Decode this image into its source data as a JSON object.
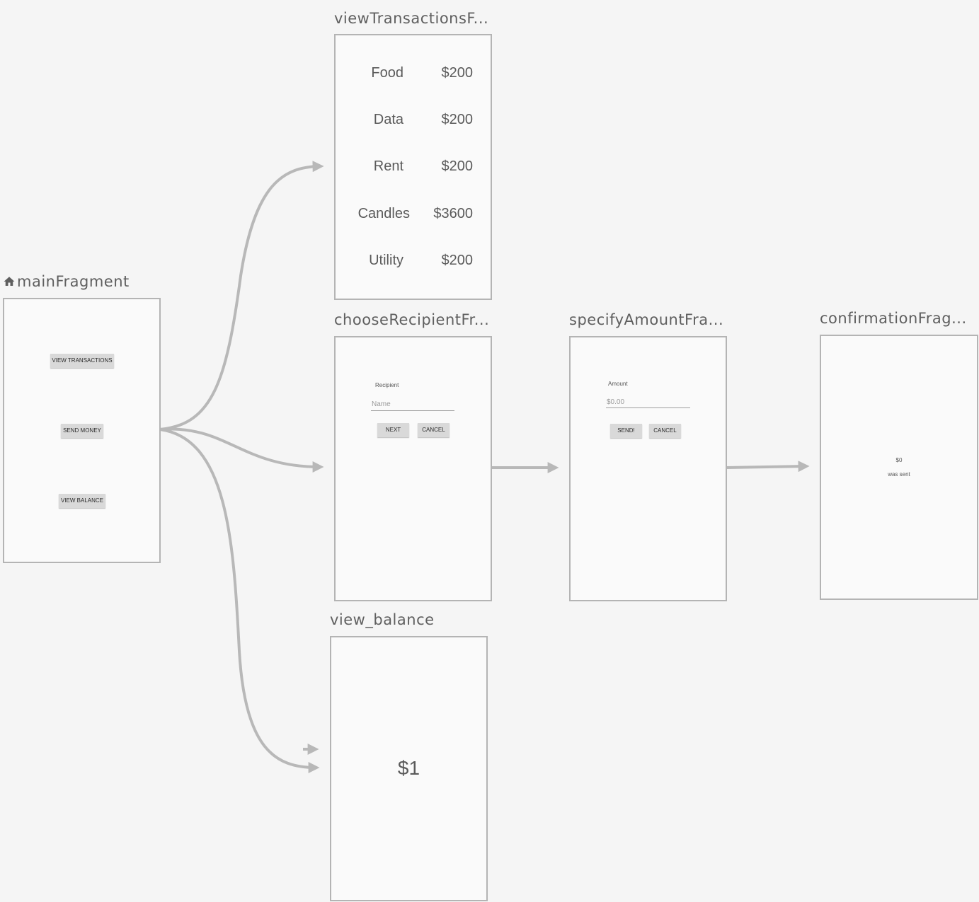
{
  "main_fragment": {
    "title": "mainFragment",
    "icon": "home-icon",
    "buttons": {
      "view_transactions": "VIEW TRANSACTIONS",
      "send_money": "SEND MONEY",
      "view_balance": "VIEW BALANCE"
    }
  },
  "view_transactions": {
    "title": "viewTransactionsF...",
    "rows": [
      {
        "name": "Food",
        "amount": "$200"
      },
      {
        "name": "Data",
        "amount": "$200"
      },
      {
        "name": "Rent",
        "amount": "$200"
      },
      {
        "name": "Candles",
        "amount": "$3600"
      },
      {
        "name": "Utility",
        "amount": "$200"
      }
    ]
  },
  "choose_recipient": {
    "title": "chooseRecipientFr...",
    "label": "Recipient",
    "input_hint": "Name",
    "next_label": "NEXT",
    "cancel_label": "CANCEL"
  },
  "specify_amount": {
    "title": "specifyAmountFra...",
    "label": "Amount",
    "input_hint": "$0.00",
    "send_label": "SEND!",
    "cancel_label": "CANCEL"
  },
  "confirmation": {
    "title": "confirmationFrag...",
    "amount": "$0",
    "message": "was sent"
  },
  "view_balance": {
    "title": "view_balance",
    "balance": "$1"
  },
  "colors": {
    "canvas": "#f5f5f5",
    "frame": "#fafafa",
    "frame_border": "#b4b4b4",
    "link": "#b8b8b8"
  }
}
